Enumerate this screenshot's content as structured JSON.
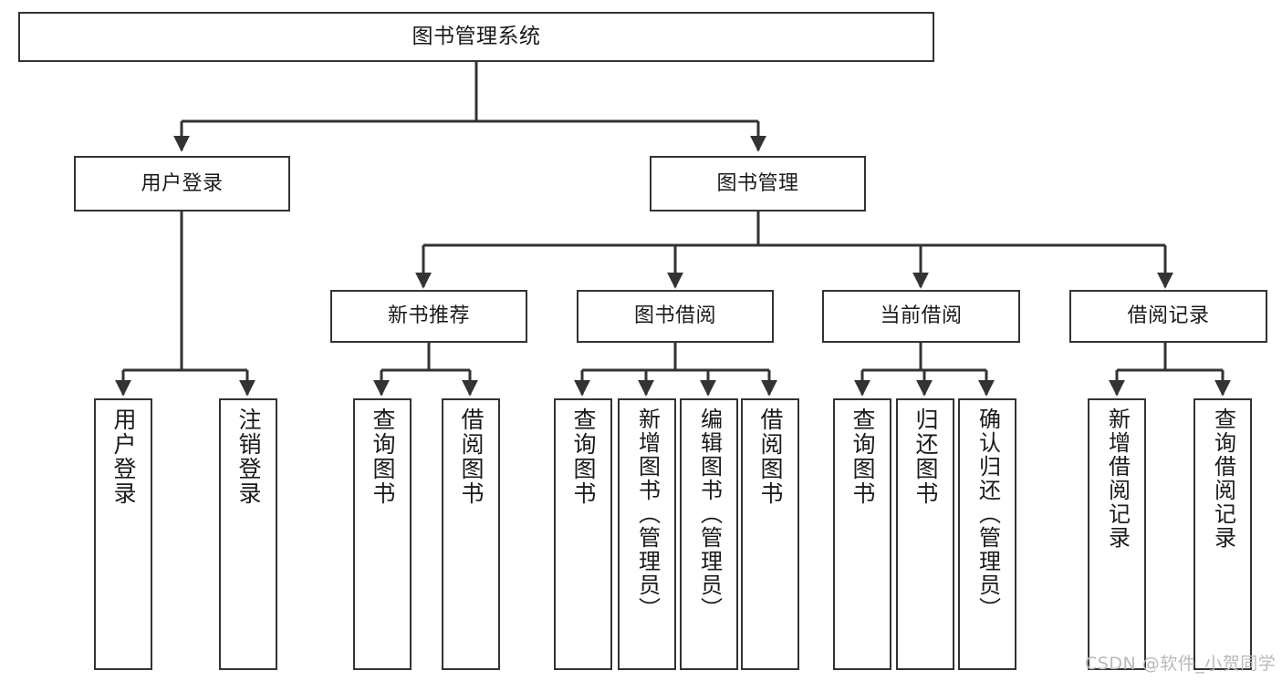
{
  "diagram": {
    "title": "图书管理系统",
    "type": "hierarchy-tree",
    "watermark": "CSDN @软件_小贺同学",
    "colors": {
      "background": "#ffffff",
      "box_border": "#333333",
      "box_fill": "#ffffff",
      "text": "#1a1a1a",
      "edge": "#333333",
      "watermark": "#b9b9b9"
    },
    "levels": [
      {
        "level": 1,
        "nodes": [
          {
            "id": "root",
            "label": "图书管理系统",
            "orientation": "horizontal"
          }
        ]
      },
      {
        "level": 2,
        "nodes": [
          {
            "id": "login",
            "label": "用户登录",
            "orientation": "horizontal",
            "parent": "root"
          },
          {
            "id": "bookmgmt",
            "label": "图书管理",
            "orientation": "horizontal",
            "parent": "root"
          }
        ]
      },
      {
        "level": 3,
        "nodes": [
          {
            "id": "newbook",
            "label": "新书推荐",
            "orientation": "horizontal",
            "parent": "bookmgmt"
          },
          {
            "id": "borrow",
            "label": "图书借阅",
            "orientation": "horizontal",
            "parent": "bookmgmt"
          },
          {
            "id": "current",
            "label": "当前借阅",
            "orientation": "horizontal",
            "parent": "bookmgmt"
          },
          {
            "id": "record",
            "label": "借阅记录",
            "orientation": "horizontal",
            "parent": "bookmgmt"
          }
        ]
      },
      {
        "level": 4,
        "nodes": [
          {
            "id": "leaf-user-login",
            "label": "用户登录",
            "orientation": "vertical",
            "parent": "login"
          },
          {
            "id": "leaf-user-logout",
            "label": "注销登录",
            "orientation": "vertical",
            "parent": "login"
          },
          {
            "id": "leaf-nb-query",
            "label": "查询图书",
            "orientation": "vertical",
            "parent": "newbook"
          },
          {
            "id": "leaf-nb-borrow",
            "label": "借阅图书",
            "orientation": "vertical",
            "parent": "newbook"
          },
          {
            "id": "leaf-bw-query",
            "label": "查询图书",
            "orientation": "vertical",
            "parent": "borrow"
          },
          {
            "id": "leaf-bw-add",
            "label": "新增图书（管理员）",
            "orientation": "vertical",
            "parent": "borrow"
          },
          {
            "id": "leaf-bw-edit",
            "label": "编辑图书（管理员）",
            "orientation": "vertical",
            "parent": "borrow"
          },
          {
            "id": "leaf-bw-borrow",
            "label": "借阅图书",
            "orientation": "vertical",
            "parent": "borrow"
          },
          {
            "id": "leaf-cur-query",
            "label": "查询图书",
            "orientation": "vertical",
            "parent": "current"
          },
          {
            "id": "leaf-cur-return",
            "label": "归还图书",
            "orientation": "vertical",
            "parent": "current"
          },
          {
            "id": "leaf-cur-confirm",
            "label": "确认归还（管理员）",
            "orientation": "vertical",
            "parent": "current"
          },
          {
            "id": "leaf-rec-add",
            "label": "新增借阅记录",
            "orientation": "vertical",
            "parent": "record"
          },
          {
            "id": "leaf-rec-query",
            "label": "查询借阅记录",
            "orientation": "vertical",
            "parent": "record"
          }
        ]
      }
    ]
  }
}
